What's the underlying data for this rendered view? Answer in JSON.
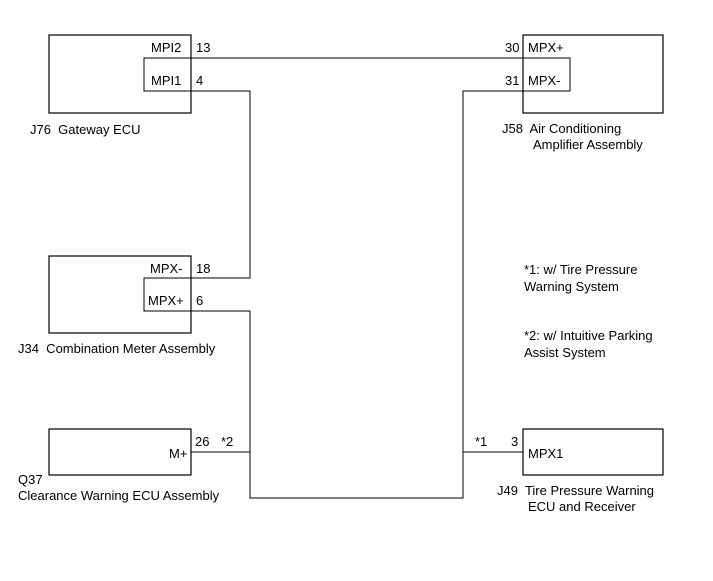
{
  "components": {
    "j76": {
      "label_line1": "J76  Gateway ECU",
      "pins": [
        {
          "name": "MPI2",
          "number": "13"
        },
        {
          "name": "MPI1",
          "number": "4"
        }
      ]
    },
    "j58": {
      "label_line1": "J58  Air Conditioning",
      "label_line2": "Amplifier Assembly",
      "pins": [
        {
          "name": "MPX+",
          "number": "30"
        },
        {
          "name": "MPX-",
          "number": "31"
        }
      ]
    },
    "j34": {
      "label_line1": "J34  Combination Meter Assembly",
      "pins": [
        {
          "name": "MPX-",
          "number": "18"
        },
        {
          "name": "MPX+",
          "number": "6"
        }
      ]
    },
    "q37": {
      "label_line1": "Q37",
      "label_line2": "Clearance Warning ECU Assembly",
      "pins": [
        {
          "name": "M+",
          "number": "26",
          "note": "*2"
        }
      ]
    },
    "j49": {
      "label_line1": "J49  Tire Pressure Warning",
      "label_line2": "ECU and Receiver",
      "pins": [
        {
          "name": "MPX1",
          "number": "3",
          "note": "*1"
        }
      ]
    }
  },
  "notes": [
    {
      "line1": "*1: w/ Tire Pressure",
      "line2": "Warning System"
    },
    {
      "line1": "*2: w/ Intuitive Parking",
      "line2": "Assist System"
    }
  ]
}
